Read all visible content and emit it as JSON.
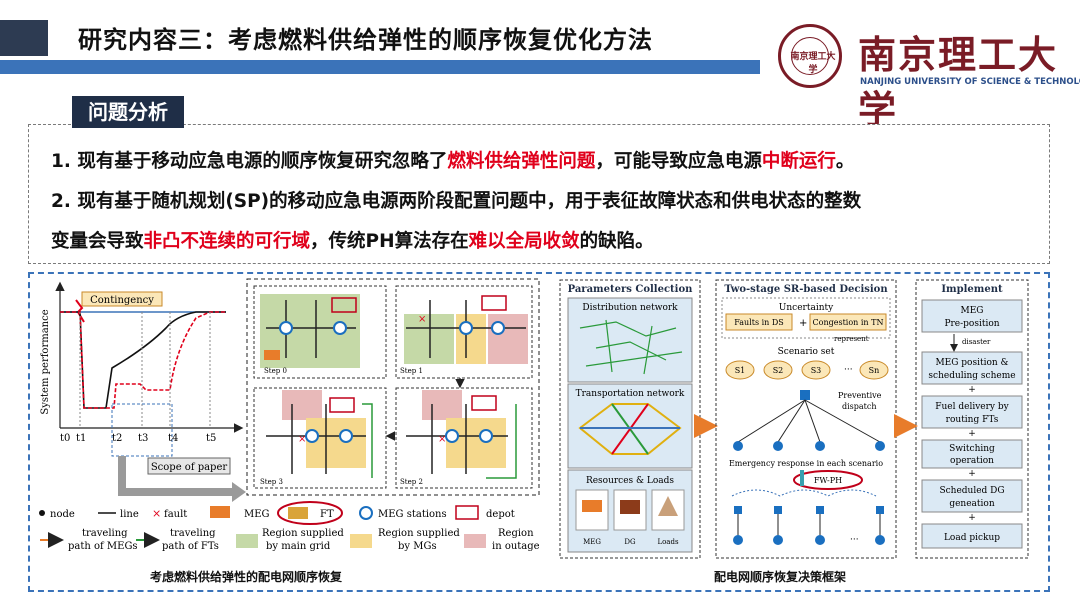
{
  "header": {
    "title": "研究内容三：考虑燃料供给弹性的顺序恢复优化方法"
  },
  "logo": {
    "cn": "南京理工大学",
    "en": "NANJING UNIVERSITY OF SCIENCE & TECHNOLOGY",
    "seal_text": "南京理工大学"
  },
  "section": {
    "tag": "问题分析"
  },
  "problems": {
    "p1a": "1. 现有基于移动应急电源的顺序恢复研究忽略了",
    "p1b": "燃料供给弹性问题",
    "p1c": "，可能导致应急电源",
    "p1d": "中断运行",
    "p1e": "。",
    "p2": "2. 现有基于随机规划(SP)的移动应急电源两阶段配置问题中，用于表征故障状态和供电状态的整数",
    "p3a": "变量会导致",
    "p3b": "非凸不连续的可行域",
    "p3c": "，传统PH算法存在",
    "p3d": "难以全局收敛",
    "p3e": "的缺陷。"
  },
  "left_figure": {
    "curve": {
      "contingency": "Contingency",
      "ylabel": "System performance",
      "ticks": [
        "t0",
        "t1",
        "t2",
        "t3",
        "t4",
        "t5"
      ],
      "scope": "Scope of paper"
    },
    "steps": [
      "Step 0",
      "Step 1",
      "Step 2",
      "Step 3"
    ],
    "legend": {
      "node": "node",
      "line": "line",
      "fault": "fault",
      "meg": "MEG",
      "ft": "FT",
      "meg_stations": "MEG stations",
      "depot": "depot",
      "trav_megs_1": "traveling",
      "trav_megs_2": "path of MEGs",
      "trav_fts_1": "traveling",
      "trav_fts_2": "path of FTs",
      "grid_1": "Region supplied",
      "grid_2": "by main grid",
      "mgs_1": "Region supplied",
      "mgs_2": "by MGs",
      "out_1": "Region",
      "out_2": "in outage"
    },
    "caption": "考虑燃料供给弹性的配电网顺序恢复"
  },
  "right_figure": {
    "param": {
      "title": "Parameters Collection",
      "dist": "Distribution network",
      "trans": "Transportation network",
      "res": "Resources & Loads",
      "icons": [
        "MEG",
        "DG",
        "Loads"
      ]
    },
    "decision": {
      "title": "Two-stage SR-based Decision",
      "uncert": "Uncertainty",
      "faults": "Faults in DS",
      "plus": "+",
      "congestion": "Congestion in TN",
      "represent": "represent",
      "scenario_set": "Scenario set",
      "scenarios": [
        "S1",
        "S2",
        "S3",
        "Sn"
      ],
      "dots": "···",
      "preventive_1": "Preventive",
      "preventive_2": "dispatch",
      "emergency": "Emergency response in each scenario",
      "fwph": "FW-PH"
    },
    "implement": {
      "title": "Implement",
      "items": [
        "MEG",
        "Pre-position",
        "disaster",
        "MEG position &",
        "scheduling scheme",
        "Fuel delivery by",
        "routing FTs",
        "Switching",
        "operation",
        "Scheduled DG",
        "geneation",
        "Load pickup"
      ]
    },
    "caption": "配电网顺序恢复决策框架"
  },
  "colors": {
    "accent": "#3b73b9",
    "dark": "#1f2e47",
    "red": "#e0001b",
    "brand": "#7a1c26"
  }
}
